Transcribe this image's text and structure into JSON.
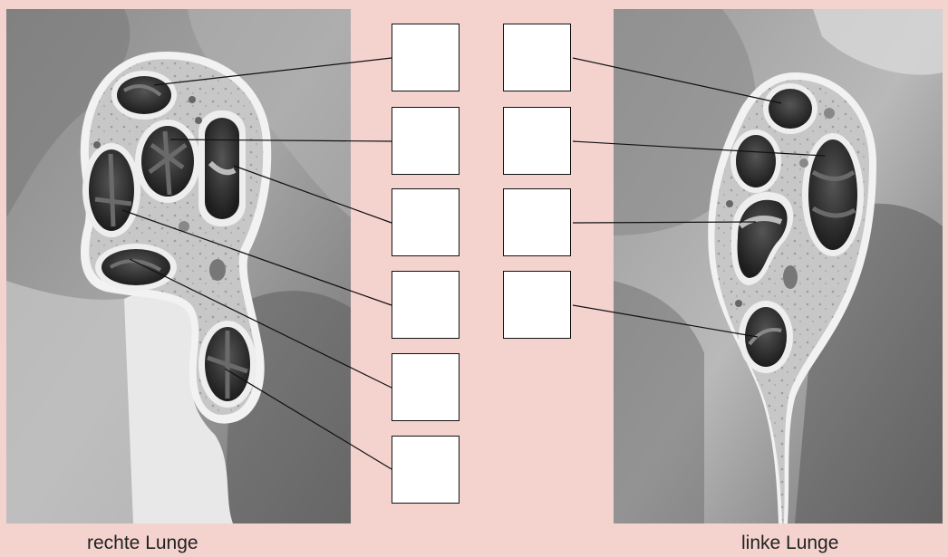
{
  "panels": {
    "right_lung": {
      "caption": "rechte Lunge"
    },
    "left_lung": {
      "caption": "linke Lunge"
    }
  },
  "label_boxes": {
    "right_column_count": 6,
    "left_column_count": 4,
    "box_fill": "#ffffff"
  },
  "colors": {
    "background": "#f4d3cf",
    "leader_line": "#111111"
  }
}
